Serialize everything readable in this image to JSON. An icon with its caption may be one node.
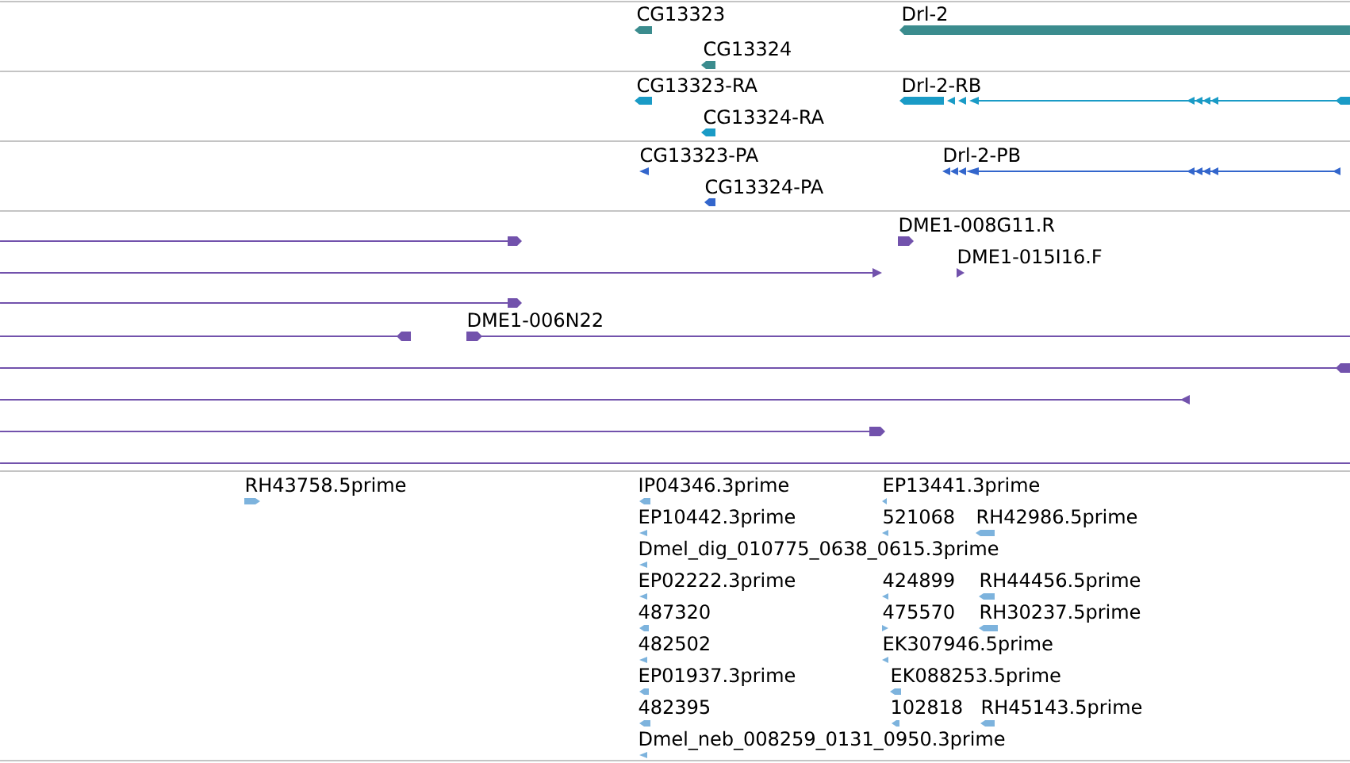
{
  "diagram": {
    "labels": [
      "CG13323",
      "Drl-2",
      "CG13324",
      "CG13323-RA",
      "Drl-2-RB",
      "CG13324-RA",
      "CG13323-PA",
      "Drl-2-PB",
      "CG13324-PA",
      "DME1-008G11.R",
      "DME1-015I16.F",
      "DME1-006N22",
      "RH43758.5prime",
      "IP04346.3prime",
      "EP13441.3prime",
      "EP10442.3prime",
      "521068",
      "RH42986.5prime",
      "Dmel_dig_010775_0638_0615.3prime",
      "EP02222.3prime",
      "424899",
      "RH44456.5prime",
      "487320",
      "475570",
      "RH30237.5prime",
      "482502",
      "EK307946.5prime",
      "EP01937.3prime",
      "EK088253.5prime",
      "482395",
      "102818",
      "RH45143.5prime",
      "Dmel_neb_008259_0131_0950.3prime"
    ]
  }
}
